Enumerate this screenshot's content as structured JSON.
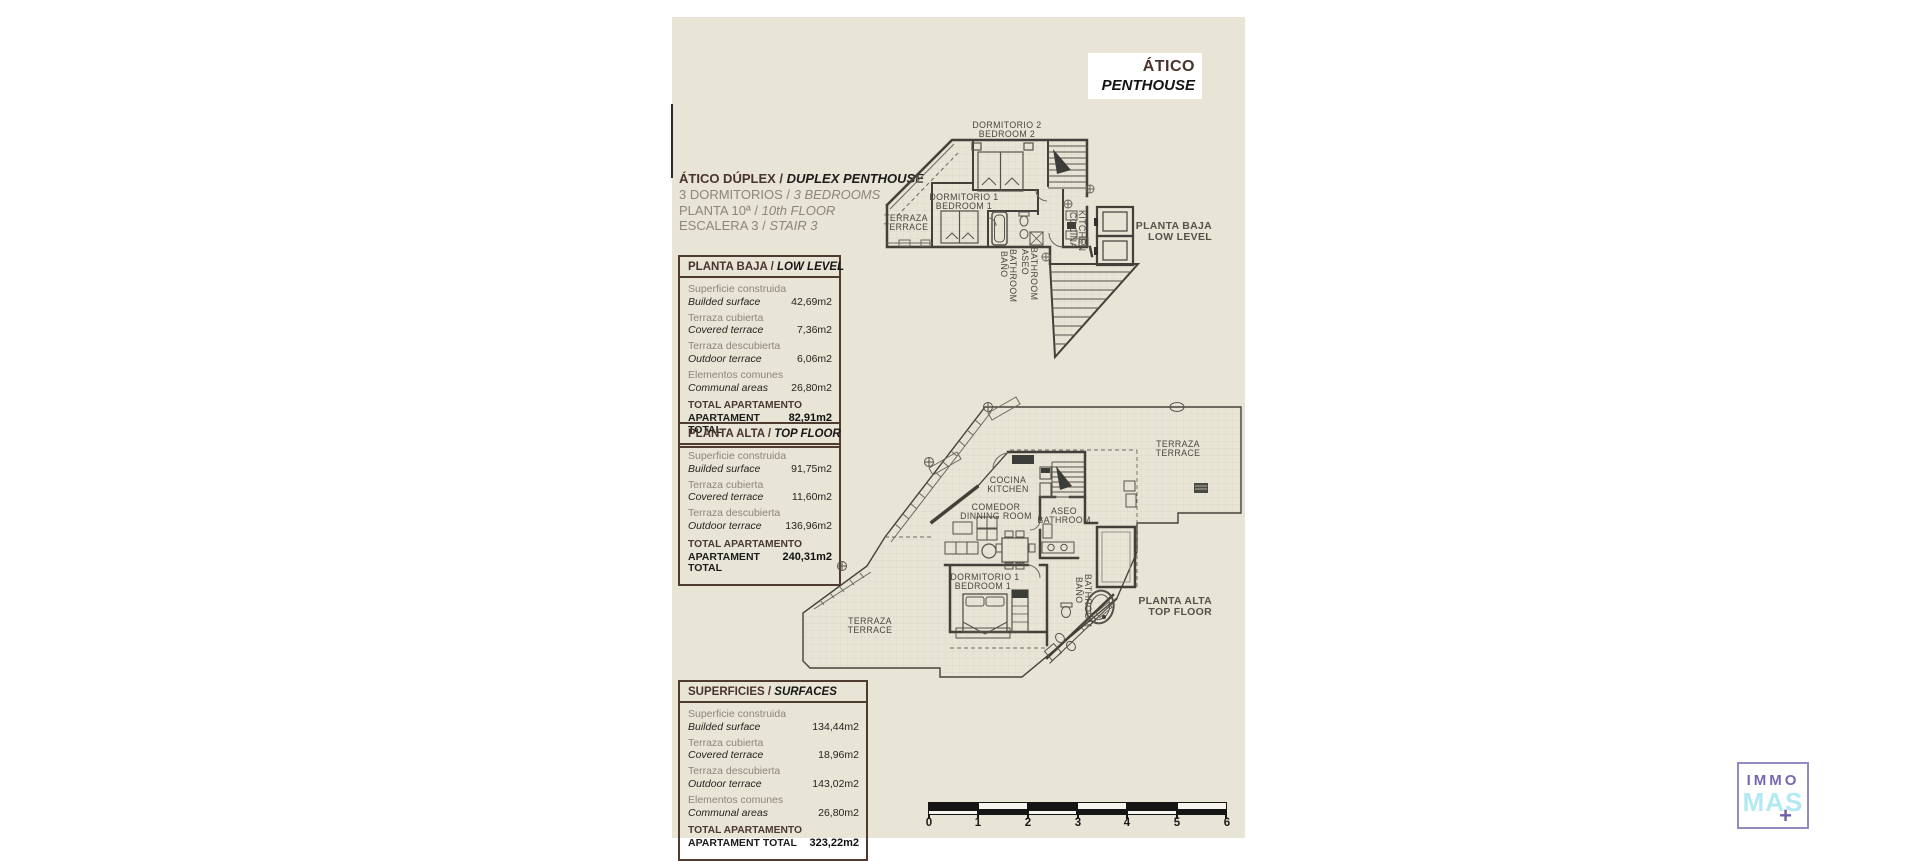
{
  "title_box": {
    "es": "ÁTICO",
    "en": "PENTHOUSE"
  },
  "info": {
    "line1": {
      "es": "ÁTICO DÚPLEX /",
      "en": "DUPLEX PENTHOUSE"
    },
    "line2": {
      "es": "3 DORMITORIOS /",
      "en": "3 BEDROOMS"
    },
    "line3": {
      "es": "PLANTA 10ª /",
      "en": "10th FLOOR"
    },
    "line4": {
      "es": "ESCALERA 3 /",
      "en": "STAIR 3"
    }
  },
  "tables": [
    {
      "header": {
        "es": "PLANTA BAJA /",
        "en": "LOW LEVEL"
      },
      "rows": [
        {
          "es": "Superficie construida",
          "en": "Builded surface",
          "value": "42,69m2"
        },
        {
          "es": "Terraza cubierta",
          "en": "Covered terrace",
          "value": "7,36m2"
        },
        {
          "es": "Terraza descubierta",
          "en": "Outdoor terrace",
          "value": "6,06m2"
        },
        {
          "es": "Elementos comunes",
          "en": "Communal areas",
          "value": "26,80m2"
        }
      ],
      "total": {
        "es": "TOTAL APARTAMENTO",
        "en": "APARTAMENT TOTAL",
        "value": "82,91m2"
      }
    },
    {
      "header": {
        "es": "PLANTA ALTA /",
        "en": "TOP FLOOR"
      },
      "rows": [
        {
          "es": "Superficie construida",
          "en": "Builded surface",
          "value": "91,75m2"
        },
        {
          "es": "Terraza cubierta",
          "en": "Covered terrace",
          "value": "11,60m2"
        },
        {
          "es": "Terraza descubierta",
          "en": "Outdoor terrace",
          "value": "136,96m2"
        }
      ],
      "total": {
        "es": "TOTAL APARTAMENTO",
        "en": "APARTAMENT TOTAL",
        "value": "240,31m2"
      }
    },
    {
      "header": {
        "es": "SUPERFICIES /",
        "en": "SURFACES"
      },
      "rows": [
        {
          "es": "Superficie construida",
          "en": "Builded surface",
          "value": "134,44m2"
        },
        {
          "es": "Terraza cubierta",
          "en": "Covered terrace",
          "value": "18,96m2"
        },
        {
          "es": "Terraza descubierta",
          "en": "Outdoor terrace",
          "value": "143,02m2"
        },
        {
          "es": "Elementos comunes",
          "en": "Communal areas",
          "value": "26,80m2"
        }
      ],
      "total": {
        "es": "TOTAL APARTAMENTO",
        "en": "APARTAMENT TOTAL",
        "value": "323,22m2"
      }
    }
  ],
  "plan_low": {
    "side_label": {
      "line1": "PLANTA BAJA",
      "line2": "LOW LEVEL"
    },
    "rooms": {
      "dorm2_es": "DORMITORIO 2",
      "dorm2_en": "BEDROOM 2",
      "dorm1_es": "DORMITORIO 1",
      "dorm1_en": "BEDROOM 1",
      "terrace_es": "TERRAZA",
      "terrace_en": "TERRACE",
      "bano_es": "BAÑO",
      "bano_en": "BATHROOM",
      "aseo_es": "ASEO",
      "aseo_en": "BATHROOM",
      "cocina_es": "COCINA",
      "cocina_en": "KITCHEN"
    }
  },
  "plan_top": {
    "side_label": {
      "line1": "PLANTA ALTA",
      "line2": "TOP FLOOR"
    },
    "rooms": {
      "cocina_es": "COCINA",
      "cocina_en": "KITCHEN",
      "comedor_es": "COMEDOR",
      "comedor_en": "DINNING ROOM",
      "aseo_es": "ASEO",
      "aseo_en": "BATHROOM",
      "dorm1_es": "DORMITORIO 1",
      "dorm1_en": "BEDROOM 1",
      "bano_es": "BAÑO",
      "bano_en": "BATHROOM",
      "terrace_left_es": "TERRAZA",
      "terrace_left_en": "TERRACE",
      "terrace_right_es": "TERRAZA",
      "terrace_right_en": "TERRACE"
    }
  },
  "scale_bar": {
    "ticks": [
      "0",
      "1",
      "2",
      "3",
      "4",
      "5",
      "6"
    ]
  },
  "logo": {
    "line1": "IMMO",
    "line2": "MAS",
    "plus": "+"
  },
  "colors": {
    "page_bg": "#e8e4d6",
    "table_border": "#503b30",
    "accent_dark": "#4a332b",
    "text_gray": "#8c8579",
    "logo_purple": "#7a68ae",
    "logo_cyan": "#b2e9f3",
    "plan_line": "#45423c"
  }
}
